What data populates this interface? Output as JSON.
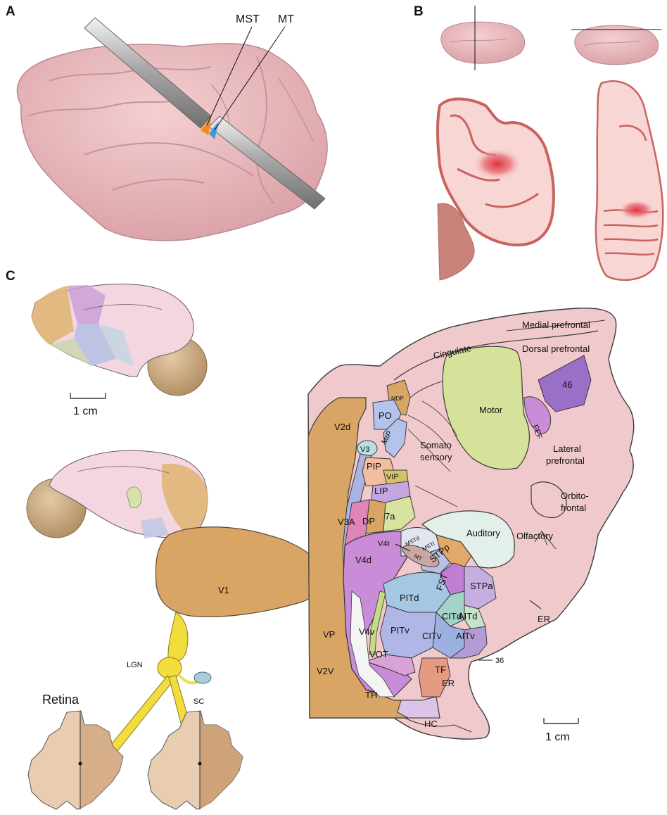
{
  "panels": {
    "a": "A",
    "b": "B",
    "c": "C"
  },
  "panel_a": {
    "mst": "MST",
    "mt": "MT"
  },
  "panel_c": {
    "scale_top": "1 cm",
    "scale_flatmap": "1 cm",
    "pathway": {
      "v1": "V1",
      "lgn": "LGN",
      "sc": "SC",
      "retina": "Retina"
    },
    "areas": {
      "medial_prefrontal": "Medial prefrontal",
      "dorsal_prefrontal": "Dorsal prefrontal",
      "cingulate": "Cingulate",
      "area46": "46",
      "mdp": "MDP",
      "po": "PO",
      "mip": "MIP",
      "v3": "V3",
      "v2d": "V2d",
      "motor": "Motor",
      "fef": "FEF",
      "somato_1": "Somato",
      "somato_2": "sensory",
      "lateral_prefrontal_1": "Lateral",
      "lateral_prefrontal_2": "prefrontal",
      "pip": "PIP",
      "vip": "VIP",
      "lip": "LIP",
      "orbito_1": "Orbito-",
      "orbito_2": "frontal",
      "a7a": "7a",
      "v3a": "V3A",
      "dp": "DP",
      "mstd": "MSTd",
      "mstl": "MSTl",
      "auditory": "Auditory",
      "olfactory": "Olfactory",
      "v4t": "V4t",
      "mt": "MT",
      "stpp": "STPp",
      "v4d": "V4d",
      "fst": "FST",
      "pitd": "PITd",
      "stpa": "STPa",
      "citd": "CITd",
      "aitd": "AITd",
      "er_top": "ER",
      "pitv": "PITv",
      "v4v": "V4v",
      "vp": "VP",
      "citv": "CITv",
      "aitv": "AITv",
      "vot": "VOT",
      "a36": "36",
      "tf": "TF",
      "v2v": "V2V",
      "er_bottom": "ER",
      "th": "TH",
      "hc": "HC"
    }
  },
  "colors": {
    "cortex": "#f0c9cc",
    "cortex_outline": "#3a3a3a",
    "visual_tan": "#d9a565",
    "motor_green": "#d5e39a",
    "purple": "#b57bd0",
    "blue_lilac": "#a9b4e3",
    "retina": "#e8cdb0",
    "optic_yellow": "#f2dd3c"
  }
}
